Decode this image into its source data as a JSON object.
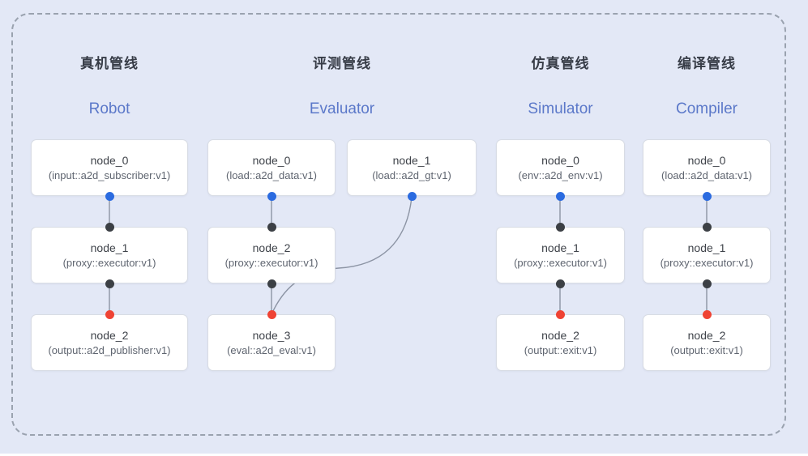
{
  "colors": {
    "background": "#e3e8f6",
    "frame_border": "#9aa2af",
    "node_bg": "#ffffff",
    "node_border": "#d8dce4",
    "title_zh_color": "#373c47",
    "title_en_color": "#5b78c9",
    "port_blue": "#2b6be0",
    "port_black": "#3c4045",
    "port_red": "#ef4334",
    "edge_color": "#8c94a4"
  },
  "pipelines": [
    {
      "id": "robot",
      "title_zh": "真机管线",
      "title_en": "Robot",
      "nodes": [
        {
          "name": "node_0",
          "type": "(input::a2d_subscriber:v1)"
        },
        {
          "name": "node_1",
          "type": "(proxy::executor:v1)"
        },
        {
          "name": "node_2",
          "type": "(output::a2d_publisher:v1)"
        }
      ]
    },
    {
      "id": "evaluator",
      "title_zh": "评测管线",
      "title_en": "Evaluator",
      "nodes": [
        {
          "name": "node_0",
          "type": "(load::a2d_data:v1)"
        },
        {
          "name": "node_1",
          "type": "(load::a2d_gt:v1)"
        },
        {
          "name": "node_2",
          "type": "(proxy::executor:v1)"
        },
        {
          "name": "node_3",
          "type": "(eval::a2d_eval:v1)"
        }
      ]
    },
    {
      "id": "simulator",
      "title_zh": "仿真管线",
      "title_en": "Simulator",
      "nodes": [
        {
          "name": "node_0",
          "type": "(env::a2d_env:v1)"
        },
        {
          "name": "node_1",
          "type": "(proxy::executor:v1)"
        },
        {
          "name": "node_2",
          "type": "(output::exit:v1)"
        }
      ]
    },
    {
      "id": "compiler",
      "title_zh": "编译管线",
      "title_en": "Compiler",
      "nodes": [
        {
          "name": "node_0",
          "type": "(load::a2d_data:v1)"
        },
        {
          "name": "node_1",
          "type": "(proxy::executor:v1)"
        },
        {
          "name": "node_2",
          "type": "(output::exit:v1)"
        }
      ]
    }
  ]
}
